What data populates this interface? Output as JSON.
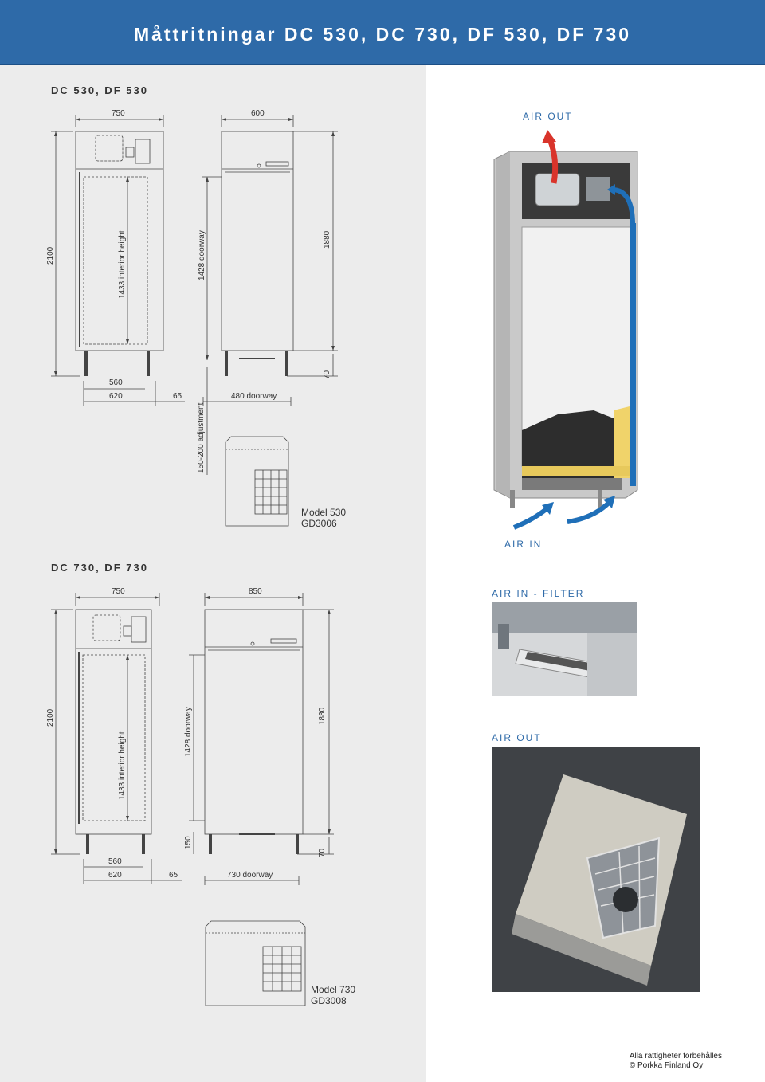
{
  "page": {
    "title": "Måttritningar DC 530, DC 730, DF 530, DF 730"
  },
  "section1": {
    "title": "DC 530, DF 530",
    "dims": {
      "w750": "750",
      "w600": "600",
      "h2100": "2100",
      "h1433": "1433 interior height",
      "h1428": "1428 doorway",
      "h1880": "1880",
      "w560": "560",
      "w620": "620",
      "d65": "65",
      "door480": "480 doorway",
      "h70": "70",
      "adj": "150-200 adjustment"
    },
    "model_line1": "Model 530",
    "model_line2": "GD3006",
    "panel_label": "GD3006"
  },
  "section2": {
    "title": "DC 730, DF 730",
    "dims": {
      "w750": "750",
      "w850": "850",
      "h2100": "2100",
      "h1433": "1433 interior height",
      "h1428": "1428 doorway",
      "h1880": "1880",
      "w560": "560",
      "w620": "620",
      "d65": "65",
      "h150": "150",
      "h70": "70",
      "door730": "730 doorway"
    },
    "model_line1": "Model 730",
    "model_line2": "GD3008",
    "panel_label": "GD3008"
  },
  "right": {
    "air_out_top": "AIR OUT",
    "air_in": "AIR IN",
    "air_in_filter": "AIR IN - FILTER",
    "air_out_photo": "AIR OUT"
  },
  "footer": {
    "line1": "Alla rättigheter förbehålles",
    "line2": "© Porkka Finland Oy"
  },
  "colors": {
    "header_blue": "#2e6aa8",
    "arrow_red": "#d9342b",
    "arrow_blue": "#1f6fb8"
  }
}
